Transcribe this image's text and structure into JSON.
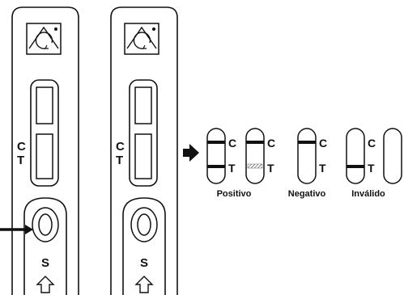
{
  "cassettes": [
    {
      "control_letter": "C",
      "test_letter": "T",
      "sample_letter": "S",
      "sample_arrow": true,
      "logo_icon": "triangle-rotate-logo-icon",
      "upload_icon": "up-arrow-icon"
    },
    {
      "control_letter": "C",
      "test_letter": "T",
      "sample_letter": "S",
      "sample_arrow": false,
      "logo_icon": "triangle-rotate-logo-icon",
      "upload_icon": "up-arrow-icon"
    }
  ],
  "results": {
    "pointer_icon": "right-arrow-icon",
    "groups": [
      {
        "label": "Positivo",
        "strips": [
          {
            "control_line": "solid",
            "test_line": "solid",
            "control_letter": "C",
            "test_letter": "T"
          },
          {
            "control_line": "solid",
            "test_line": "faint-hatched",
            "control_letter": "C",
            "test_letter": "T"
          }
        ]
      },
      {
        "label": "Negativo",
        "strips": [
          {
            "control_line": "solid",
            "test_line": "none",
            "control_letter": "C",
            "test_letter": "T"
          }
        ]
      },
      {
        "label": "Inválido",
        "strips": [
          {
            "control_line": "none",
            "test_line": "solid",
            "control_letter": "C",
            "test_letter": "T"
          },
          {
            "control_line": "none",
            "test_line": "none",
            "control_letter": "",
            "test_letter": ""
          }
        ]
      }
    ]
  },
  "colors": {
    "ink": "#111111",
    "background": "#ffffff"
  }
}
